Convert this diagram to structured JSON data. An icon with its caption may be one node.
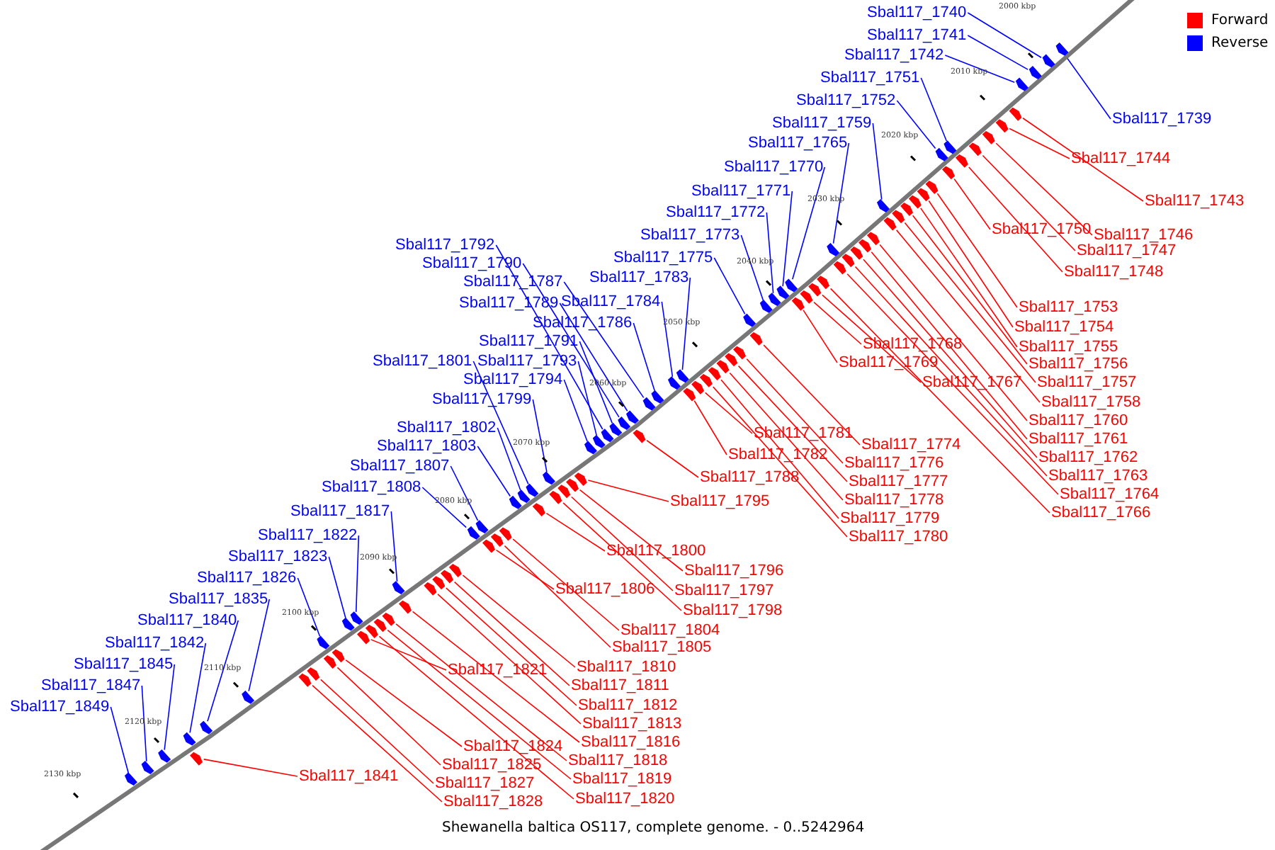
{
  "diagram": {
    "caption": "Shewanella baltica OS117, complete genome. - 0..5242964",
    "nodes": [
      {
        "text": [
          "Sbal117_1739"
        ]
      },
      {
        "text": [
          "Sbal117_1740"
        ]
      },
      {
        "text": [
          "Sbal117_1741"
        ]
      },
      {
        "text": [
          "Sbal117_1742"
        ]
      },
      {
        "text": [
          "Sbal117_1743"
        ]
      },
      {
        "text": [
          "Sbal117_1744"
        ]
      },
      {
        "text": [
          "Sbal117_1746"
        ]
      },
      {
        "text": [
          "Sbal117_1747"
        ]
      },
      {
        "text": [
          "Sbal117_1748"
        ]
      },
      {
        "text": [
          "Sbal117_1750"
        ]
      },
      {
        "text": [
          "Sbal117_1751"
        ]
      },
      {
        "text": [
          "Sbal117_1752"
        ]
      },
      {
        "text": [
          "Sbal117_1753"
        ]
      },
      {
        "text": [
          "Sbal117_1754"
        ]
      },
      {
        "text": [
          "Sbal117_1755"
        ]
      },
      {
        "text": [
          "Sbal117_1756"
        ]
      },
      {
        "text": [
          "Sbal117_1757"
        ]
      },
      {
        "text": [
          "Sbal117_1758"
        ]
      },
      {
        "text": [
          "Sbal117_1759"
        ]
      },
      {
        "text": [
          "Sbal117_1760"
        ]
      },
      {
        "text": [
          "Sbal117_1761"
        ]
      },
      {
        "text": [
          "Sbal117_1762"
        ]
      },
      {
        "text": [
          "Sbal117_1763"
        ]
      },
      {
        "text": [
          "Sbal117_1764"
        ]
      },
      {
        "text": [
          "Sbal117_1765"
        ]
      },
      {
        "text": [
          "Sbal117_1766"
        ]
      },
      {
        "text": [
          "Sbal117_1767"
        ]
      },
      {
        "text": [
          "Sbal117_1768"
        ]
      },
      {
        "text": [
          "Sbal117_1769"
        ]
      },
      {
        "text": [
          "Sbal117_1770"
        ]
      },
      {
        "text": [
          "Sbal117_1771"
        ]
      },
      {
        "text": [
          "Sbal117_1772"
        ]
      },
      {
        "text": [
          "Sbal117_1773"
        ]
      },
      {
        "text": [
          "Sbal117_1774"
        ]
      },
      {
        "text": [
          "Sbal117_1775"
        ]
      },
      {
        "text": [
          "Sbal117_1776"
        ]
      },
      {
        "text": [
          "Sbal117_1777"
        ]
      },
      {
        "text": [
          "Sbal117_1778"
        ]
      },
      {
        "text": [
          "Sbal117_1779"
        ]
      },
      {
        "text": [
          "Sbal117_1780"
        ]
      },
      {
        "text": [
          "Sbal117_1781"
        ]
      },
      {
        "text": [
          "Sbal117_1782"
        ]
      },
      {
        "text": [
          "Sbal117_1783"
        ]
      },
      {
        "text": [
          "Sbal117_1784"
        ]
      },
      {
        "text": [
          "Sbal117_1786"
        ]
      },
      {
        "text": [
          "Sbal117_1787"
        ]
      },
      {
        "text": [
          "Sbal117_1788"
        ]
      },
      {
        "text": [
          "Sbal117_1789"
        ]
      },
      {
        "text": [
          "Sbal117_1790"
        ]
      },
      {
        "text": [
          "Sbal117_1791"
        ]
      },
      {
        "text": [
          "Sbal117_1792"
        ]
      },
      {
        "text": [
          "Sbal117_1793"
        ]
      },
      {
        "text": [
          "Sbal117_1794"
        ]
      },
      {
        "text": [
          "Sbal117_1795"
        ]
      },
      {
        "text": [
          "Sbal117_1796"
        ]
      },
      {
        "text": [
          "Sbal117_1797"
        ]
      },
      {
        "text": [
          "Sbal117_1798"
        ]
      },
      {
        "text": [
          "Sbal117_1799"
        ]
      },
      {
        "text": [
          "Sbal117_1800"
        ]
      },
      {
        "text": [
          "Sbal117_1801"
        ]
      },
      {
        "text": [
          "Sbal117_1802"
        ]
      },
      {
        "text": [
          "Sbal117_1803"
        ]
      },
      {
        "text": [
          "Sbal117_1804"
        ]
      },
      {
        "text": [
          "Sbal117_1805"
        ]
      },
      {
        "text": [
          "Sbal117_1806"
        ]
      },
      {
        "text": [
          "Sbal117_1807"
        ]
      },
      {
        "text": [
          "Sbal117_1808"
        ]
      },
      {
        "text": [
          "Sbal117_1810"
        ]
      },
      {
        "text": [
          "Sbal117_1811"
        ]
      },
      {
        "text": [
          "Sbal117_1812"
        ]
      },
      {
        "text": [
          "Sbal117_1813"
        ]
      },
      {
        "text": [
          "Sbal117_1816"
        ]
      },
      {
        "text": [
          "Sbal117_1817"
        ]
      },
      {
        "text": [
          "Sbal117_1818"
        ]
      },
      {
        "text": [
          "Sbal117_1819"
        ]
      },
      {
        "text": [
          "Sbal117_1820"
        ]
      },
      {
        "text": [
          "Sbal117_1821"
        ]
      },
      {
        "text": [
          "Sbal117_1822"
        ]
      },
      {
        "text": [
          "Sbal117_1823"
        ]
      },
      {
        "text": [
          "Sbal117_1824"
        ]
      },
      {
        "text": [
          "Sbal117_1825"
        ]
      },
      {
        "text": [
          "Sbal117_1826"
        ]
      },
      {
        "text": [
          "Sbal117_1827"
        ]
      },
      {
        "text": [
          "Sbal117_1828"
        ]
      },
      {
        "text": [
          "Sbal117_1835"
        ]
      },
      {
        "text": [
          "Sbal117_1840"
        ]
      },
      {
        "text": [
          "Sbal117_1841"
        ]
      },
      {
        "text": [
          "Sbal117_1842"
        ]
      },
      {
        "text": [
          "Sbal117_1845"
        ]
      },
      {
        "text": [
          "Sbal117_1847"
        ]
      },
      {
        "text": [
          "Sbal117_1849"
        ]
      },
      {
        "text": [],
        "shape": "arrow"
      },
      {
        "text": [],
        "shape": "arrow"
      },
      {
        "text": [],
        "shape": "arrow"
      },
      {
        "text": [],
        "shape": "arrow"
      },
      {
        "text": [],
        "shape": "arrow"
      },
      {
        "text": [],
        "shape": "arrow"
      },
      {
        "text": [],
        "shape": "arrow"
      },
      {
        "text": [],
        "shape": "arrow"
      },
      {
        "text": [],
        "shape": "arrow"
      },
      {
        "text": [],
        "shape": "arrow"
      },
      {
        "text": [],
        "shape": "arrow"
      },
      {
        "text": [],
        "shape": "arrow"
      },
      {
        "text": [],
        "shape": "arrow"
      },
      {
        "text": [],
        "shape": "arrow"
      },
      {
        "text": [],
        "shape": "arrow"
      },
      {
        "text": [],
        "shape": "arrow"
      },
      {
        "text": [],
        "shape": "arrow"
      },
      {
        "text": [],
        "shape": "arrow"
      },
      {
        "text": [],
        "shape": "arrow"
      },
      {
        "text": [],
        "shape": "arrow"
      },
      {
        "text": [],
        "shape": "arrow"
      },
      {
        "text": [],
        "shape": "arrow"
      },
      {
        "text": [],
        "shape": "arrow"
      },
      {
        "text": [],
        "shape": "arrow"
      },
      {
        "text": [],
        "shape": "arrow"
      },
      {
        "text": [],
        "shape": "arrow"
      },
      {
        "text": [],
        "shape": "arrow"
      },
      {
        "text": [],
        "shape": "arrow"
      },
      {
        "text": [],
        "shape": "arrow"
      },
      {
        "text": [],
        "shape": "arrow"
      },
      {
        "text": [],
        "shape": "arrow"
      },
      {
        "text": [],
        "shape": "arrow"
      },
      {
        "text": [],
        "shape": "arrow"
      },
      {
        "text": [],
        "shape": "arrow"
      },
      {
        "text": [],
        "shape": "arrow"
      },
      {
        "text": [],
        "shape": "arrow"
      },
      {
        "text": [],
        "shape": "arrow"
      },
      {
        "text": [],
        "shape": "arrow"
      },
      {
        "text": [],
        "shape": "arrow"
      },
      {
        "text": [],
        "shape": "arrow"
      },
      {
        "text": [],
        "shape": "arrow"
      },
      {
        "text": [],
        "shape": "arrow"
      },
      {
        "text": [],
        "shape": "arrow"
      },
      {
        "text": [],
        "shape": "arrow"
      },
      {
        "text": [],
        "shape": "arrow"
      },
      {
        "text": [],
        "shape": "arrow"
      },
      {
        "text": [],
        "shape": "arrow"
      },
      {
        "text": [],
        "shape": "arrow"
      },
      {
        "text": [],
        "shape": "arrow"
      },
      {
        "text": [],
        "shape": "arrow"
      },
      {
        "text": [],
        "shape": "arrow"
      },
      {
        "text": [],
        "shape": "arrow"
      },
      {
        "text": [],
        "shape": "arrow"
      },
      {
        "text": [],
        "shape": "arrow"
      },
      {
        "text": [],
        "shape": "arrow"
      },
      {
        "text": [],
        "shape": "arrow"
      },
      {
        "text": [],
        "shape": "arrow"
      },
      {
        "text": [],
        "shape": "arrow"
      },
      {
        "text": [],
        "shape": "arrow"
      },
      {
        "text": [],
        "shape": "arrow"
      },
      {
        "text": [],
        "shape": "arrow"
      },
      {
        "text": [],
        "shape": "arrow"
      },
      {
        "text": [],
        "shape": "arrow"
      },
      {
        "text": [],
        "shape": "arrow"
      },
      {
        "text": [],
        "shape": "arrow"
      },
      {
        "text": [],
        "shape": "arrow"
      },
      {
        "text": [],
        "shape": "arrow"
      },
      {
        "text": [],
        "shape": "arrow"
      },
      {
        "text": [],
        "shape": "arrow"
      },
      {
        "text": [],
        "shape": "arrow"
      },
      {
        "text": [],
        "shape": "arrow"
      },
      {
        "text": [],
        "shape": "arrow"
      },
      {
        "text": [],
        "shape": "arrow"
      },
      {
        "text": [],
        "shape": "arrow"
      },
      {
        "text": [],
        "shape": "arrow"
      },
      {
        "text": [],
        "shape": "arrow"
      },
      {
        "text": [],
        "shape": "arrow"
      },
      {
        "text": [],
        "shape": "arrow"
      },
      {
        "text": [],
        "shape": "arrow"
      },
      {
        "text": [],
        "shape": "arrow"
      },
      {
        "text": [],
        "shape": "arrow"
      },
      {
        "text": [],
        "shape": "arrow"
      },
      {
        "text": [],
        "shape": "arrow"
      },
      {
        "text": [],
        "shape": "arrow"
      },
      {
        "text": [],
        "shape": "arrow"
      },
      {
        "text": [],
        "shape": "arrow"
      },
      {
        "text": [],
        "shape": "arrow"
      },
      {
        "text": [],
        "shape": "arrow"
      },
      {
        "text": [],
        "shape": "arrow"
      },
      {
        "text": [],
        "shape": "arrow"
      },
      {
        "text": [],
        "shape": "arrow"
      }
    ],
    "edges": [
      {
        "from": 0,
        "to": 91,
        "arrow": "none",
        "color": "#0000ff"
      },
      {
        "from": 1,
        "to": 92,
        "arrow": "none",
        "color": "#0000ff"
      },
      {
        "from": 2,
        "to": 93,
        "arrow": "none",
        "color": "#0000ff"
      },
      {
        "from": 3,
        "to": 94,
        "arrow": "none",
        "color": "#0000ff"
      },
      {
        "from": 4,
        "to": 95,
        "arrow": "none"
      },
      {
        "from": 5,
        "to": 96,
        "arrow": "none"
      },
      {
        "from": 6,
        "to": 97,
        "arrow": "none"
      },
      {
        "from": 7,
        "to": 98,
        "arrow": "none"
      },
      {
        "from": 8,
        "to": 99,
        "arrow": "none"
      },
      {
        "from": 9,
        "to": 100,
        "arrow": "none"
      },
      {
        "from": 10,
        "to": 101,
        "arrow": "none",
        "color": "#0000ff"
      },
      {
        "from": 11,
        "to": 102,
        "arrow": "none",
        "color": "#0000ff"
      },
      {
        "from": 12,
        "to": 103,
        "arrow": "none"
      },
      {
        "from": 13,
        "to": 104,
        "arrow": "none"
      },
      {
        "from": 14,
        "to": 105,
        "arrow": "none"
      },
      {
        "from": 15,
        "to": 106,
        "arrow": "none"
      },
      {
        "from": 16,
        "to": 107,
        "arrow": "none"
      },
      {
        "from": 17,
        "to": 108,
        "arrow": "none"
      },
      {
        "from": 18,
        "to": 109,
        "arrow": "none",
        "color": "#0000ff"
      },
      {
        "from": 19,
        "to": 110,
        "arrow": "none"
      },
      {
        "from": 20,
        "to": 111,
        "arrow": "none"
      },
      {
        "from": 21,
        "to": 112,
        "arrow": "none"
      },
      {
        "from": 22,
        "to": 113,
        "arrow": "none"
      },
      {
        "from": 23,
        "to": 114,
        "arrow": "none"
      },
      {
        "from": 24,
        "to": 115,
        "arrow": "none",
        "color": "#0000ff"
      },
      {
        "from": 25,
        "to": 116,
        "arrow": "none"
      },
      {
        "from": 26,
        "to": 117,
        "arrow": "none"
      },
      {
        "from": 27,
        "to": 118,
        "arrow": "none"
      },
      {
        "from": 28,
        "to": 119,
        "arrow": "none"
      },
      {
        "from": 29,
        "to": 120,
        "arrow": "none",
        "color": "#0000ff"
      },
      {
        "from": 30,
        "to": 121,
        "arrow": "none",
        "color": "#0000ff"
      },
      {
        "from": 31,
        "to": 122,
        "arrow": "none",
        "color": "#0000ff"
      },
      {
        "from": 32,
        "to": 123,
        "arrow": "none",
        "color": "#0000ff"
      },
      {
        "from": 33,
        "to": 124,
        "arrow": "none"
      },
      {
        "from": 34,
        "to": 125,
        "arrow": "none",
        "color": "#0000ff"
      },
      {
        "from": 35,
        "to": 126,
        "arrow": "none"
      },
      {
        "from": 36,
        "to": 127,
        "arrow": "none"
      },
      {
        "from": 37,
        "to": 128,
        "arrow": "none"
      },
      {
        "from": 38,
        "to": 129,
        "arrow": "none"
      },
      {
        "from": 39,
        "to": 130,
        "arrow": "none"
      },
      {
        "from": 40,
        "to": 131,
        "arrow": "none"
      },
      {
        "from": 41,
        "to": 132,
        "arrow": "none"
      },
      {
        "from": 42,
        "to": 133,
        "arrow": "none",
        "color": "#0000ff"
      },
      {
        "from": 43,
        "to": 134,
        "arrow": "none",
        "color": "#0000ff"
      },
      {
        "from": 44,
        "to": 135,
        "arrow": "none",
        "color": "#0000ff"
      },
      {
        "from": 45,
        "to": 136,
        "arrow": "none",
        "color": "#0000ff"
      },
      {
        "from": 46,
        "to": 137,
        "arrow": "none"
      },
      {
        "from": 47,
        "to": 138,
        "arrow": "none",
        "color": "#0000ff"
      },
      {
        "from": 48,
        "to": 139,
        "arrow": "none",
        "color": "#0000ff"
      },
      {
        "from": 49,
        "to": 140,
        "arrow": "none",
        "color": "#0000ff"
      },
      {
        "from": 50,
        "to": 141,
        "arrow": "none",
        "color": "#0000ff"
      },
      {
        "from": 51,
        "to": 142,
        "arrow": "none",
        "color": "#0000ff"
      },
      {
        "from": 52,
        "to": 143,
        "arrow": "none",
        "color": "#0000ff"
      },
      {
        "from": 53,
        "to": 144,
        "arrow": "none"
      },
      {
        "from": 54,
        "to": 145,
        "arrow": "none"
      },
      {
        "from": 55,
        "to": 146,
        "arrow": "none"
      },
      {
        "from": 56,
        "to": 147,
        "arrow": "none"
      },
      {
        "from": 57,
        "to": 148,
        "arrow": "none",
        "color": "#0000ff"
      },
      {
        "from": 58,
        "to": 149,
        "arrow": "none"
      },
      {
        "from": 59,
        "to": 150,
        "arrow": "none",
        "color": "#0000ff"
      },
      {
        "from": 60,
        "to": 151,
        "arrow": "none",
        "color": "#0000ff"
      },
      {
        "from": 61,
        "to": 152,
        "arrow": "none",
        "color": "#0000ff"
      },
      {
        "from": 62,
        "to": 153,
        "arrow": "none"
      },
      {
        "from": 63,
        "to": 154,
        "arrow": "none"
      },
      {
        "from": 64,
        "to": 155,
        "arrow": "none"
      },
      {
        "from": 65,
        "to": 156,
        "arrow": "none",
        "color": "#0000ff"
      },
      {
        "from": 66,
        "to": 157,
        "arrow": "none",
        "color": "#0000ff"
      },
      {
        "from": 67,
        "to": 158,
        "arrow": "none"
      },
      {
        "from": 68,
        "to": 159,
        "arrow": "none"
      },
      {
        "from": 69,
        "to": 160,
        "arrow": "none"
      },
      {
        "from": 70,
        "to": 161,
        "arrow": "none"
      },
      {
        "from": 71,
        "to": 162,
        "arrow": "none"
      },
      {
        "from": 72,
        "to": 163,
        "arrow": "none",
        "color": "#0000ff"
      },
      {
        "from": 73,
        "to": 164,
        "arrow": "none"
      },
      {
        "from": 74,
        "to": 165,
        "arrow": "none"
      },
      {
        "from": 75,
        "to": 166,
        "arrow": "none"
      },
      {
        "from": 76,
        "to": 167,
        "arrow": "none"
      },
      {
        "from": 77,
        "to": 168,
        "arrow": "none",
        "color": "#0000ff"
      },
      {
        "from": 78,
        "to": 169,
        "arrow": "none",
        "color": "#0000ff"
      },
      {
        "from": 79,
        "to": 170,
        "arrow": "none"
      },
      {
        "from": 80,
        "to": 171,
        "arrow": "none"
      },
      {
        "from": 81,
        "to": 172,
        "arrow": "none",
        "color": "#0000ff"
      },
      {
        "from": 82,
        "to": 173,
        "arrow": "none"
      },
      {
        "from": 83,
        "to": 174,
        "arrow": "none"
      },
      {
        "from": 84,
        "to": 175,
        "arrow": "none",
        "color": "#0000ff"
      },
      {
        "from": 85,
        "to": 176,
        "arrow": "none",
        "color": "#0000ff"
      },
      {
        "from": 86,
        "to": 177,
        "arrow": "none"
      },
      {
        "from": 87,
        "to": 178,
        "arrow": "none",
        "color": "#0000ff"
      },
      {
        "from": 88,
        "to": 179,
        "arrow": "none",
        "color": "#0000ff"
      },
      {
        "from": 89,
        "to": 180,
        "arrow": "none",
        "color": "#0000ff"
      },
      {
        "from": 90,
        "to": 181,
        "arrow": "none",
        "color": "#0000ff"
      }
    ],
    "labels": [
      "2000 kbp",
      "2010 kbp",
      "2020 kbp",
      "2030 kbp",
      "2040 kbp",
      "2050 kbp",
      "2060 kbp",
      "2070 kbp",
      "2080 kbp",
      "2090 kbp",
      "2100 kbp",
      "2110 kbp",
      "2120 kbp",
      "2130 kbp"
    ],
    "legend": [
      {
        "text": "Forward",
        "color": "#ff0000"
      },
      {
        "text": "Reverse",
        "color": "#0000ff"
      }
    ]
  }
}
